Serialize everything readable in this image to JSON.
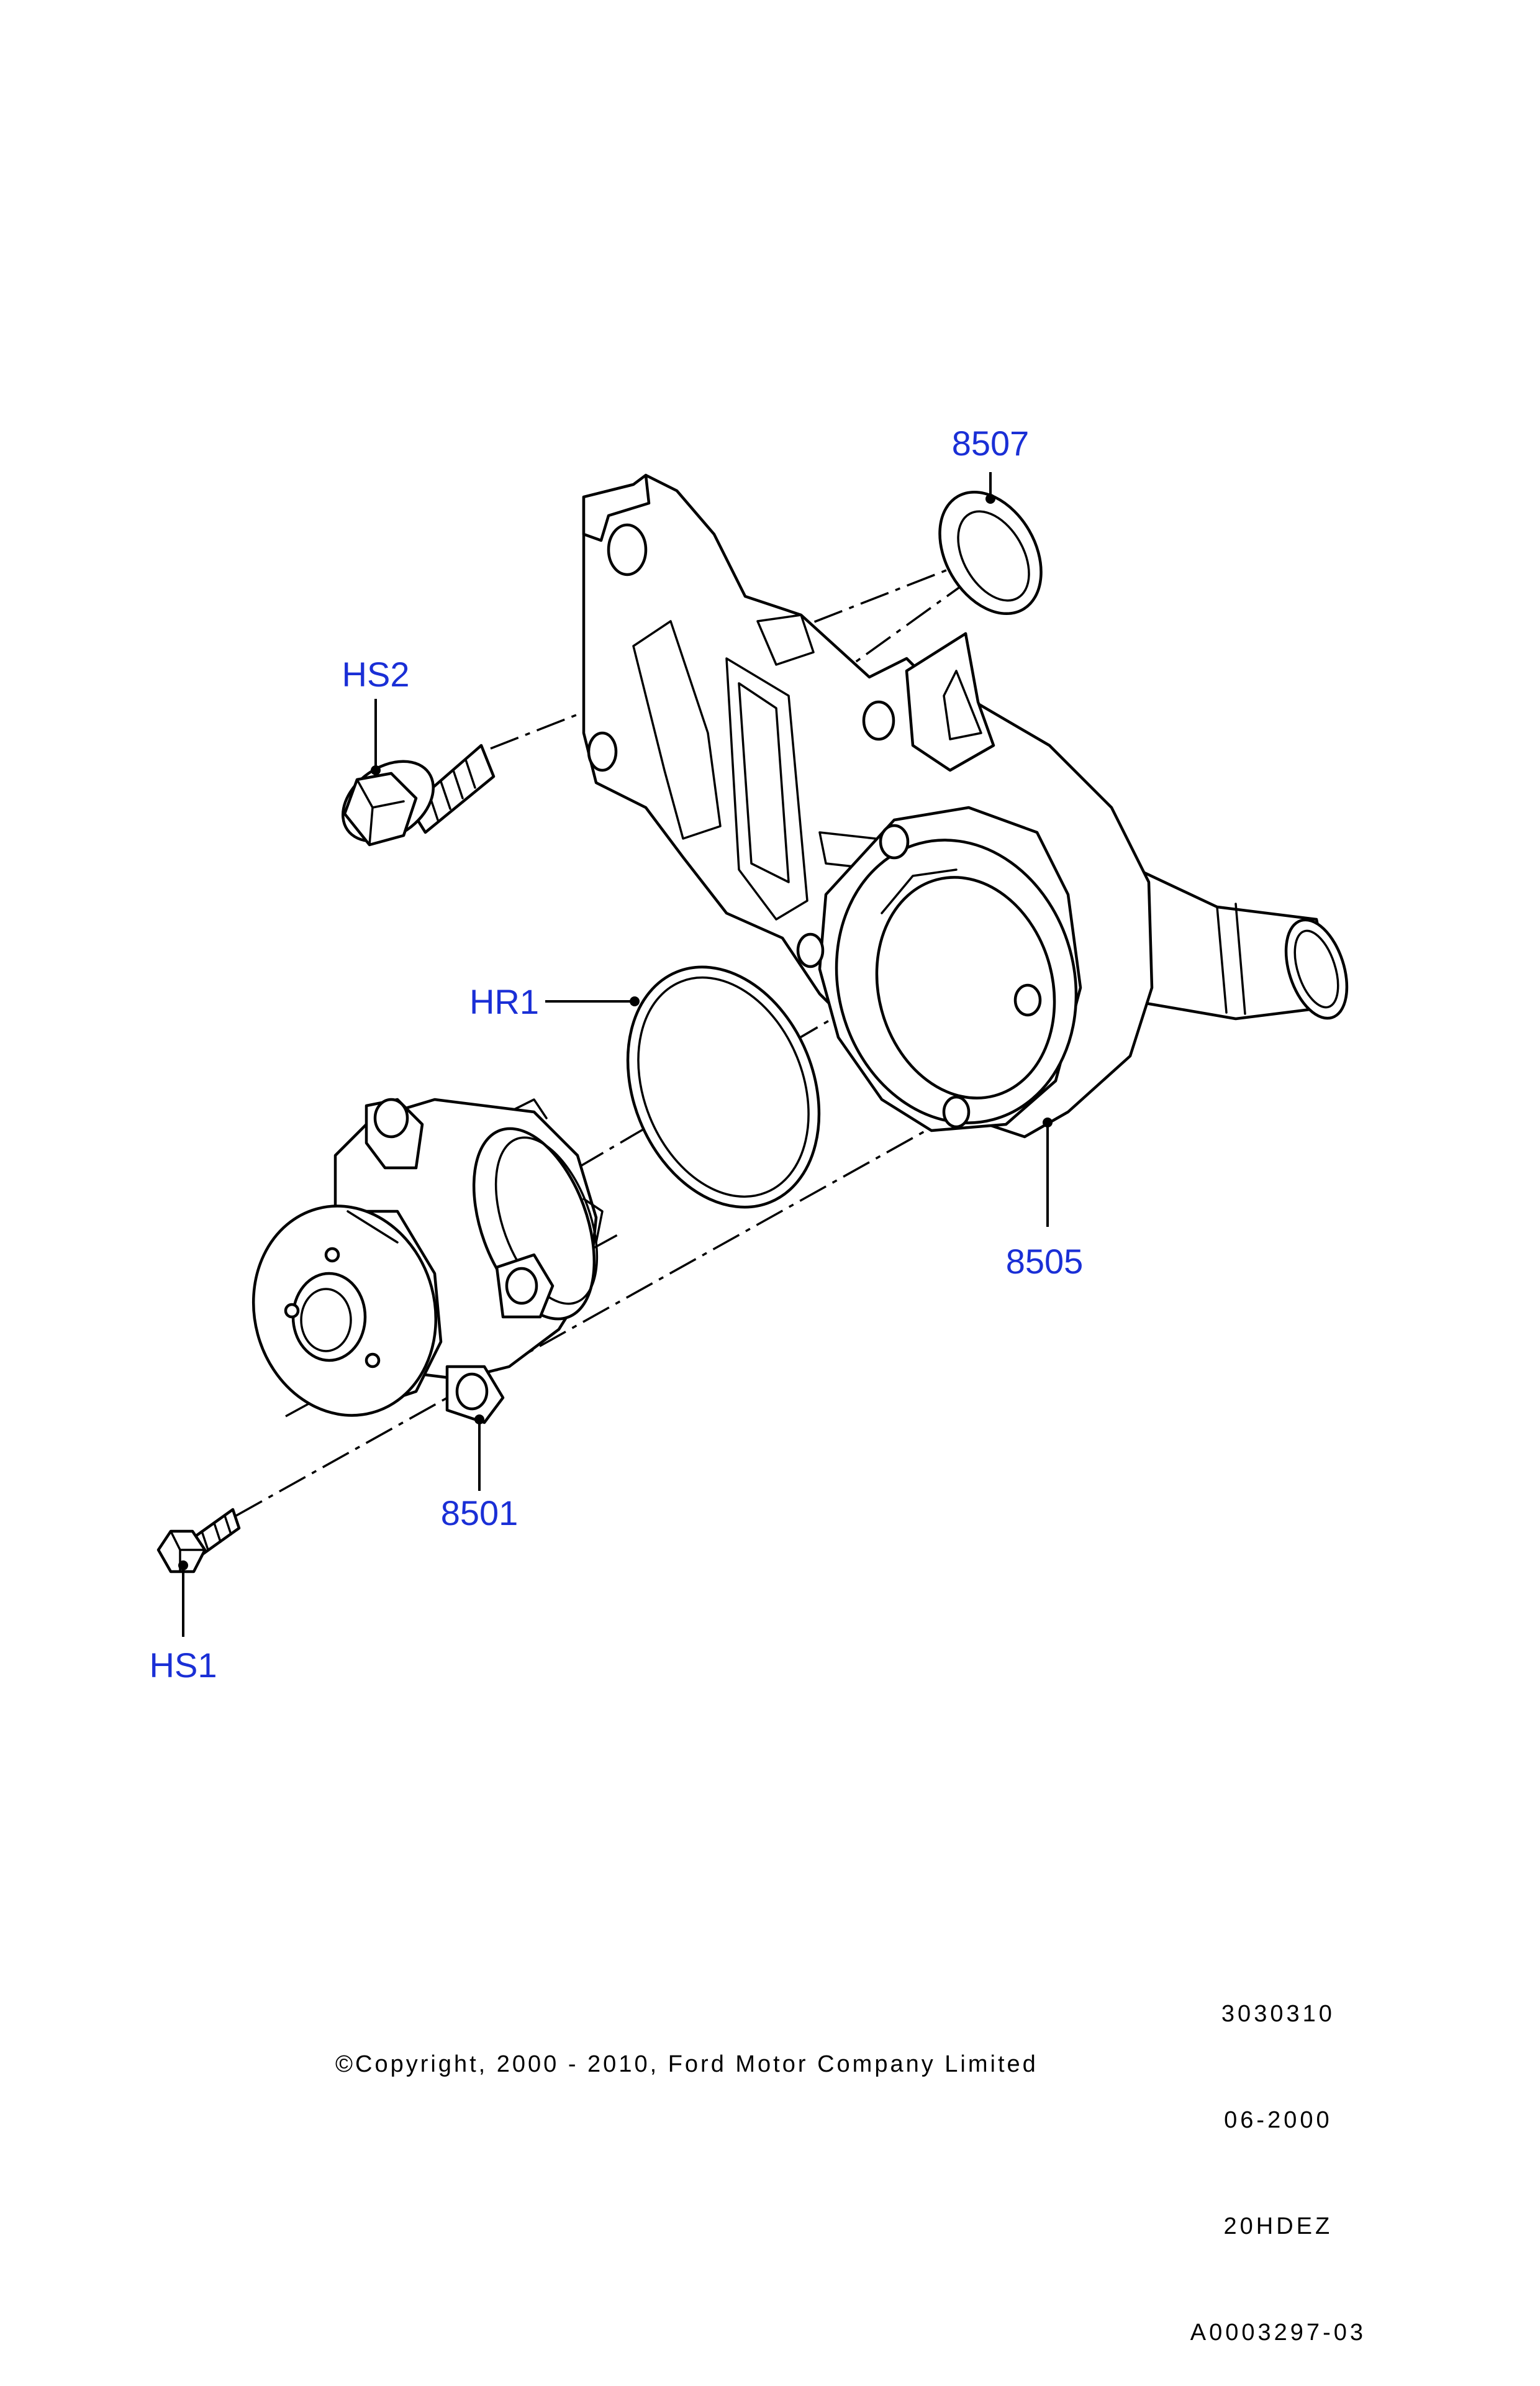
{
  "callouts": {
    "c8507": "8507",
    "hs2": "HS2",
    "hr1": "HR1",
    "c8505": "8505",
    "c8501": "8501",
    "hs1": "HS1"
  },
  "footer": {
    "ref_number": "3030310",
    "date": "06-2000",
    "engine_code": "20HDEZ",
    "drawing_id": "A0003297-03",
    "copyright": "©Copyright, 2000 - 2010, Ford Motor Company Limited"
  },
  "colors": {
    "callout_text": "#1a2fd6",
    "line_art": "#000000",
    "background": "#ffffff"
  }
}
